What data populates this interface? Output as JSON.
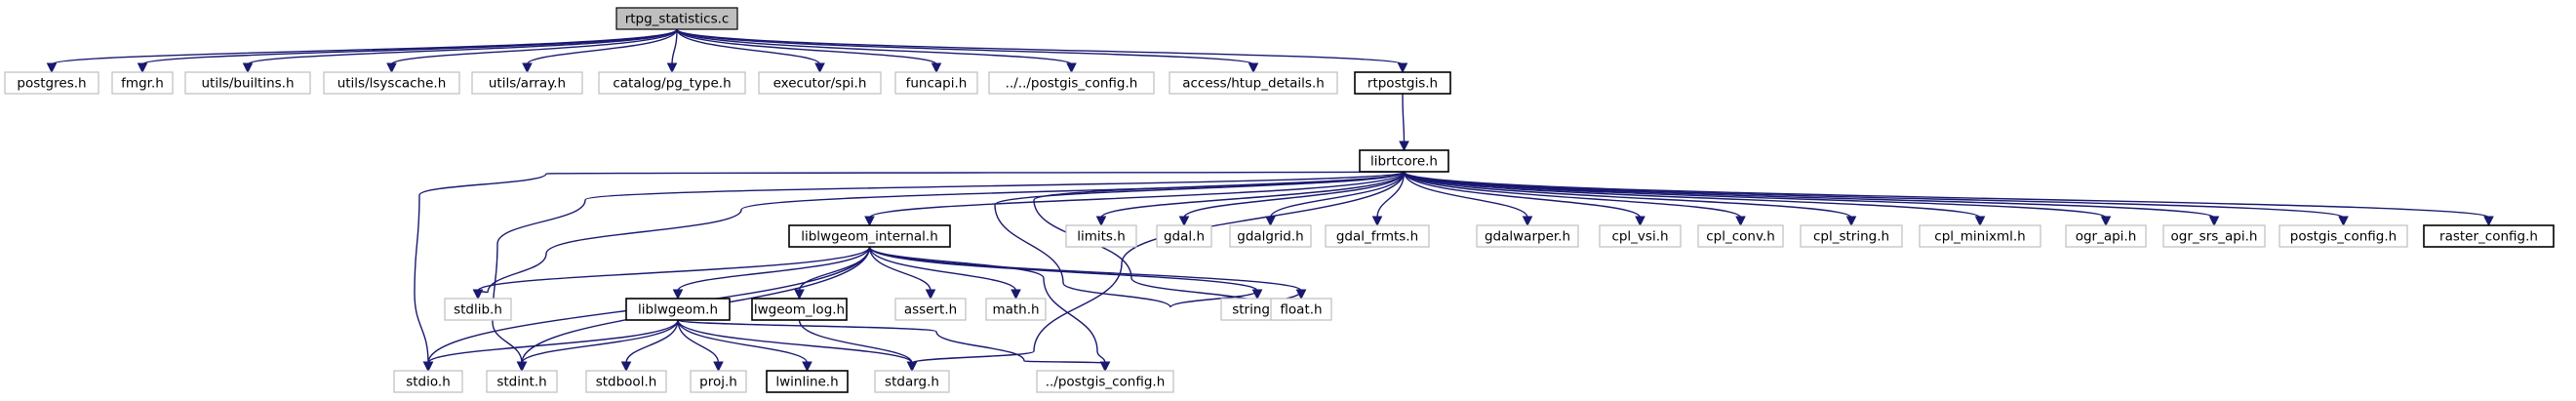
{
  "diagram": {
    "nodes": [
      {
        "id": "rtpg",
        "label": "rtpg_statistics.c",
        "kind": "root"
      },
      {
        "id": "postgres",
        "label": "postgres.h",
        "kind": "external"
      },
      {
        "id": "fmgr",
        "label": "fmgr.h",
        "kind": "external"
      },
      {
        "id": "builtins",
        "label": "utils/builtins.h",
        "kind": "external"
      },
      {
        "id": "lsyscache",
        "label": "utils/lsyscache.h",
        "kind": "external"
      },
      {
        "id": "array",
        "label": "utils/array.h",
        "kind": "external"
      },
      {
        "id": "pgtype",
        "label": "catalog/pg_type.h",
        "kind": "external"
      },
      {
        "id": "spi",
        "label": "executor/spi.h",
        "kind": "external"
      },
      {
        "id": "funcapi",
        "label": "funcapi.h",
        "kind": "external"
      },
      {
        "id": "pgconf1",
        "label": "../../postgis_config.h",
        "kind": "external"
      },
      {
        "id": "htup",
        "label": "access/htup_details.h",
        "kind": "external"
      },
      {
        "id": "rtpostgis",
        "label": "rtpostgis.h",
        "kind": "documented"
      },
      {
        "id": "librtcore",
        "label": "librtcore.h",
        "kind": "documented"
      },
      {
        "id": "lwgint",
        "label": "liblwgeom_internal.h",
        "kind": "documented"
      },
      {
        "id": "limits",
        "label": "limits.h",
        "kind": "external"
      },
      {
        "id": "gdal",
        "label": "gdal.h",
        "kind": "external"
      },
      {
        "id": "gdalgrid",
        "label": "gdalgrid.h",
        "kind": "external"
      },
      {
        "id": "gdalfrmts",
        "label": "gdal_frmts.h",
        "kind": "external"
      },
      {
        "id": "gdalwarper",
        "label": "gdalwarper.h",
        "kind": "external"
      },
      {
        "id": "cplvsi",
        "label": "cpl_vsi.h",
        "kind": "external"
      },
      {
        "id": "cplconv",
        "label": "cpl_conv.h",
        "kind": "external"
      },
      {
        "id": "cplstring",
        "label": "cpl_string.h",
        "kind": "external"
      },
      {
        "id": "cplminixml",
        "label": "cpl_minixml.h",
        "kind": "external"
      },
      {
        "id": "ograpi",
        "label": "ogr_api.h",
        "kind": "external"
      },
      {
        "id": "ogrsrs",
        "label": "ogr_srs_api.h",
        "kind": "external"
      },
      {
        "id": "pgconf2",
        "label": "postgis_config.h",
        "kind": "external"
      },
      {
        "id": "rasterconf",
        "label": "raster_config.h",
        "kind": "documented"
      },
      {
        "id": "stdlib",
        "label": "stdlib.h",
        "kind": "external"
      },
      {
        "id": "liblwgeom",
        "label": "liblwgeom.h",
        "kind": "documented"
      },
      {
        "id": "lwglog",
        "label": "lwgeom_log.h",
        "kind": "documented"
      },
      {
        "id": "assert",
        "label": "assert.h",
        "kind": "external"
      },
      {
        "id": "math",
        "label": "math.h",
        "kind": "external"
      },
      {
        "id": "string",
        "label": "string.h",
        "kind": "external"
      },
      {
        "id": "float",
        "label": "float.h",
        "kind": "external"
      },
      {
        "id": "stdio",
        "label": "stdio.h",
        "kind": "external"
      },
      {
        "id": "stdint",
        "label": "stdint.h",
        "kind": "external"
      },
      {
        "id": "stdbool",
        "label": "stdbool.h",
        "kind": "external"
      },
      {
        "id": "proj",
        "label": "proj.h",
        "kind": "external"
      },
      {
        "id": "lwinline",
        "label": "lwinline.h",
        "kind": "documented"
      },
      {
        "id": "stdarg",
        "label": "stdarg.h",
        "kind": "external"
      },
      {
        "id": "pgconf3",
        "label": "../postgis_config.h",
        "kind": "external"
      }
    ],
    "edges": [
      [
        "rtpg",
        "postgres"
      ],
      [
        "rtpg",
        "fmgr"
      ],
      [
        "rtpg",
        "builtins"
      ],
      [
        "rtpg",
        "lsyscache"
      ],
      [
        "rtpg",
        "array"
      ],
      [
        "rtpg",
        "pgtype"
      ],
      [
        "rtpg",
        "spi"
      ],
      [
        "rtpg",
        "funcapi"
      ],
      [
        "rtpg",
        "pgconf1"
      ],
      [
        "rtpg",
        "htup"
      ],
      [
        "rtpg",
        "rtpostgis"
      ],
      [
        "rtpostgis",
        "librtcore"
      ],
      [
        "librtcore",
        "lwgint"
      ],
      [
        "librtcore",
        "limits"
      ],
      [
        "librtcore",
        "gdal"
      ],
      [
        "librtcore",
        "gdalgrid"
      ],
      [
        "librtcore",
        "gdalfrmts"
      ],
      [
        "librtcore",
        "gdalwarper"
      ],
      [
        "librtcore",
        "cplvsi"
      ],
      [
        "librtcore",
        "cplconv"
      ],
      [
        "librtcore",
        "cplstring"
      ],
      [
        "librtcore",
        "cplminixml"
      ],
      [
        "librtcore",
        "ograpi"
      ],
      [
        "librtcore",
        "ogrsrs"
      ],
      [
        "librtcore",
        "pgconf2"
      ],
      [
        "librtcore",
        "rasterconf"
      ],
      [
        "librtcore",
        "stdlib"
      ],
      [
        "librtcore",
        "stdio"
      ],
      [
        "librtcore",
        "stdint"
      ],
      [
        "librtcore",
        "string"
      ],
      [
        "librtcore",
        "float"
      ],
      [
        "librtcore",
        "stdarg"
      ],
      [
        "lwgint",
        "stdlib"
      ],
      [
        "lwgint",
        "stdio"
      ],
      [
        "lwgint",
        "stdint"
      ],
      [
        "lwgint",
        "liblwgeom"
      ],
      [
        "lwgint",
        "lwglog"
      ],
      [
        "lwgint",
        "assert"
      ],
      [
        "lwgint",
        "math"
      ],
      [
        "lwgint",
        "string"
      ],
      [
        "lwgint",
        "float"
      ],
      [
        "lwgint",
        "pgconf3"
      ],
      [
        "liblwgeom",
        "stdio"
      ],
      [
        "liblwgeom",
        "stdint"
      ],
      [
        "liblwgeom",
        "stdbool"
      ],
      [
        "liblwgeom",
        "proj"
      ],
      [
        "liblwgeom",
        "lwinline"
      ],
      [
        "liblwgeom",
        "stdarg"
      ],
      [
        "liblwgeom",
        "pgconf3"
      ],
      [
        "lwglog",
        "stdarg"
      ]
    ]
  }
}
